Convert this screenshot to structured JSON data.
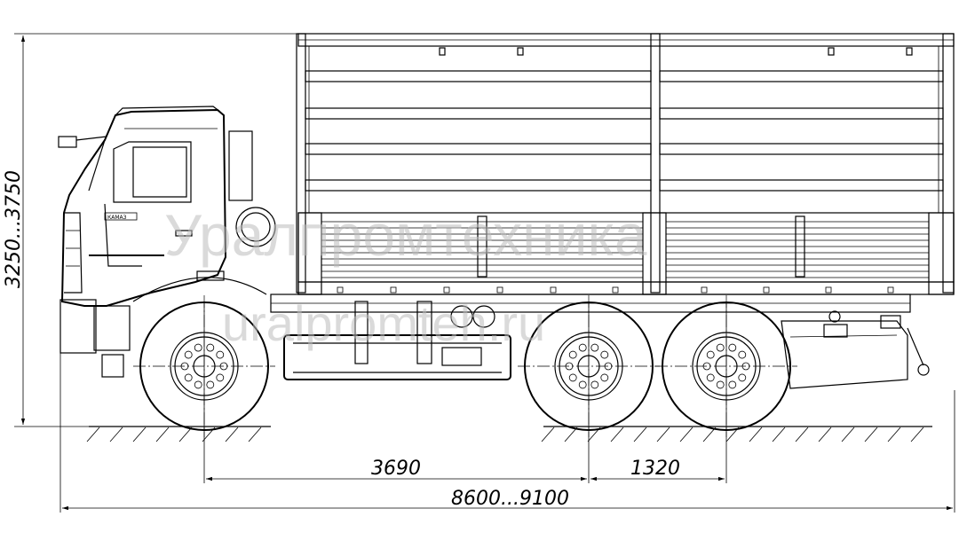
{
  "dimensions": {
    "height": "3250...3750",
    "wheelbase_front": "3690",
    "wheelbase_rear": "1320",
    "overall_length": "8600...9100"
  },
  "watermark": {
    "main": "Уралпромтехника",
    "url": "uralpromteh.ru"
  },
  "cab": {
    "badge": "КАМАЗ"
  }
}
